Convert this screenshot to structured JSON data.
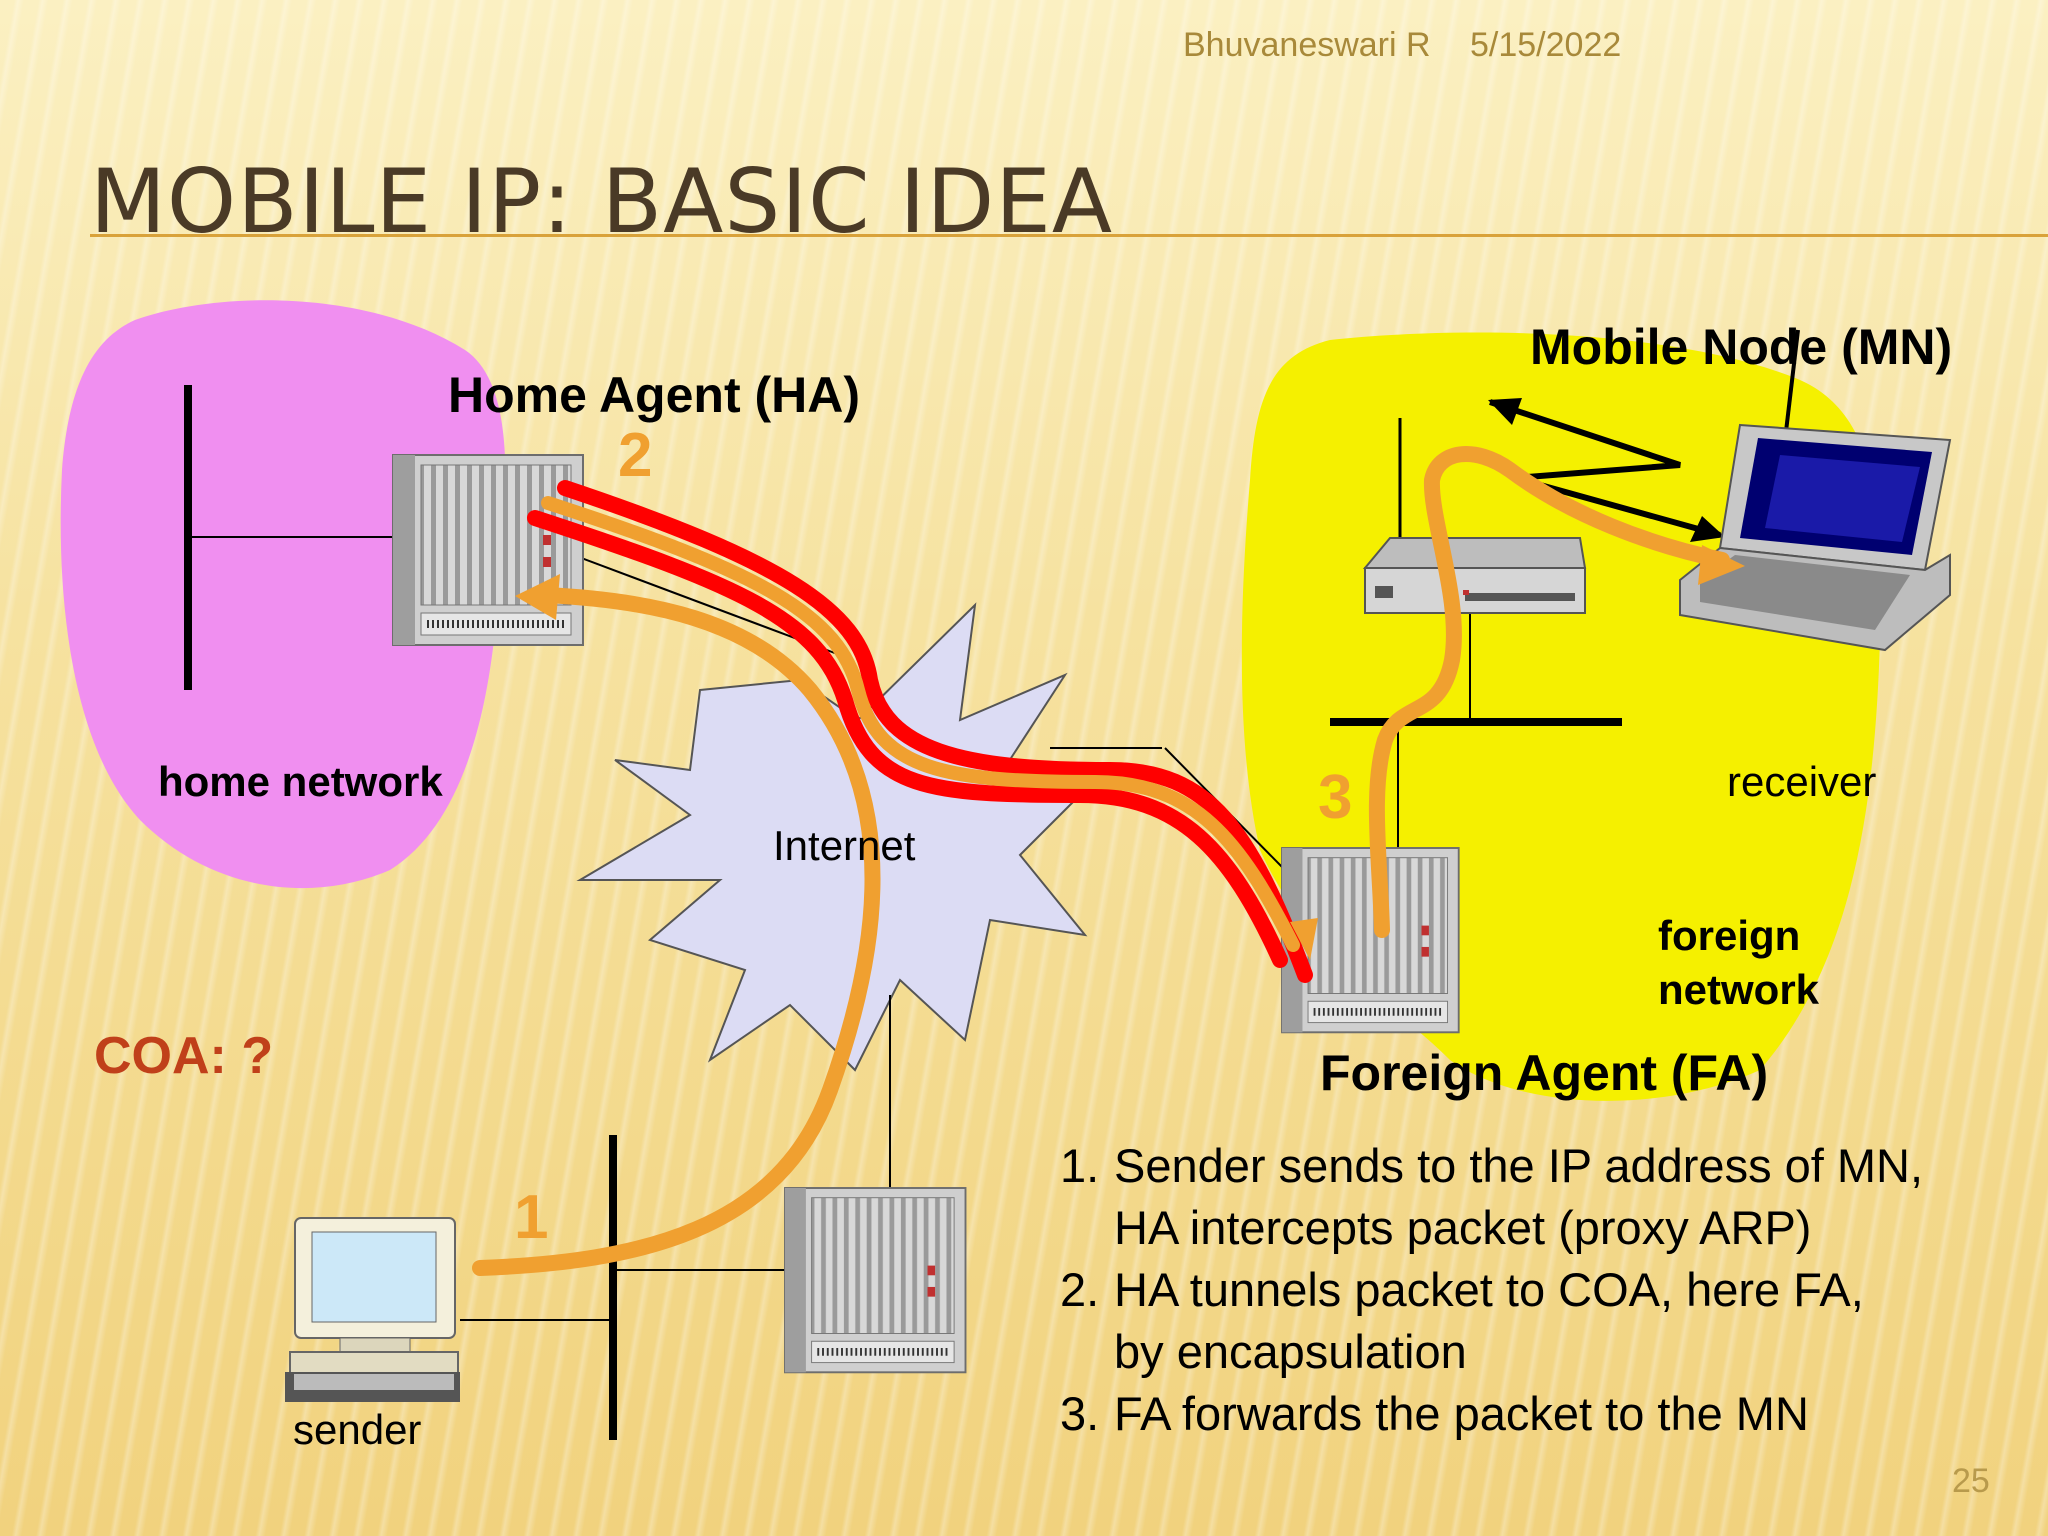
{
  "header": {
    "author": "Bhuvaneswari R",
    "date": "5/15/2022"
  },
  "title": "MOBILE IP: BASIC IDEA",
  "labels": {
    "home_agent": "Home Agent (HA)",
    "mobile_node": "Mobile Node (MN)",
    "home_network": "home network",
    "internet": "Internet",
    "receiver": "receiver",
    "foreign_network_line1": "foreign",
    "foreign_network_line2": "network",
    "foreign_agent": "Foreign Agent (FA)",
    "sender": "sender"
  },
  "path_numbers": {
    "step1": "1",
    "step2": "2",
    "step3": "3"
  },
  "coa": "COA: ?",
  "steps": [
    {
      "num": "1.",
      "line1": "Sender sends to the IP address of MN,",
      "line2": "HA intercepts packet (proxy ARP)"
    },
    {
      "num": "2.",
      "line1": "HA tunnels packet to COA, here FA,",
      "line2": "by encapsulation"
    },
    {
      "num": "3.",
      "line1": "FA forwards the packet to the MN",
      "line2": ""
    }
  ],
  "page_number": "25",
  "colors": {
    "home_network": "#f08ff0",
    "foreign_network": "#f5f000",
    "internet_burst": "#dcdcf4",
    "path_orange": "#f0a030",
    "tunnel_red": "#ff0000",
    "title": "#4a3a26",
    "coa": "#c0401a"
  },
  "icons": [
    "router-icon",
    "laptop-icon",
    "desktop-computer-icon",
    "access-point-icon"
  ]
}
